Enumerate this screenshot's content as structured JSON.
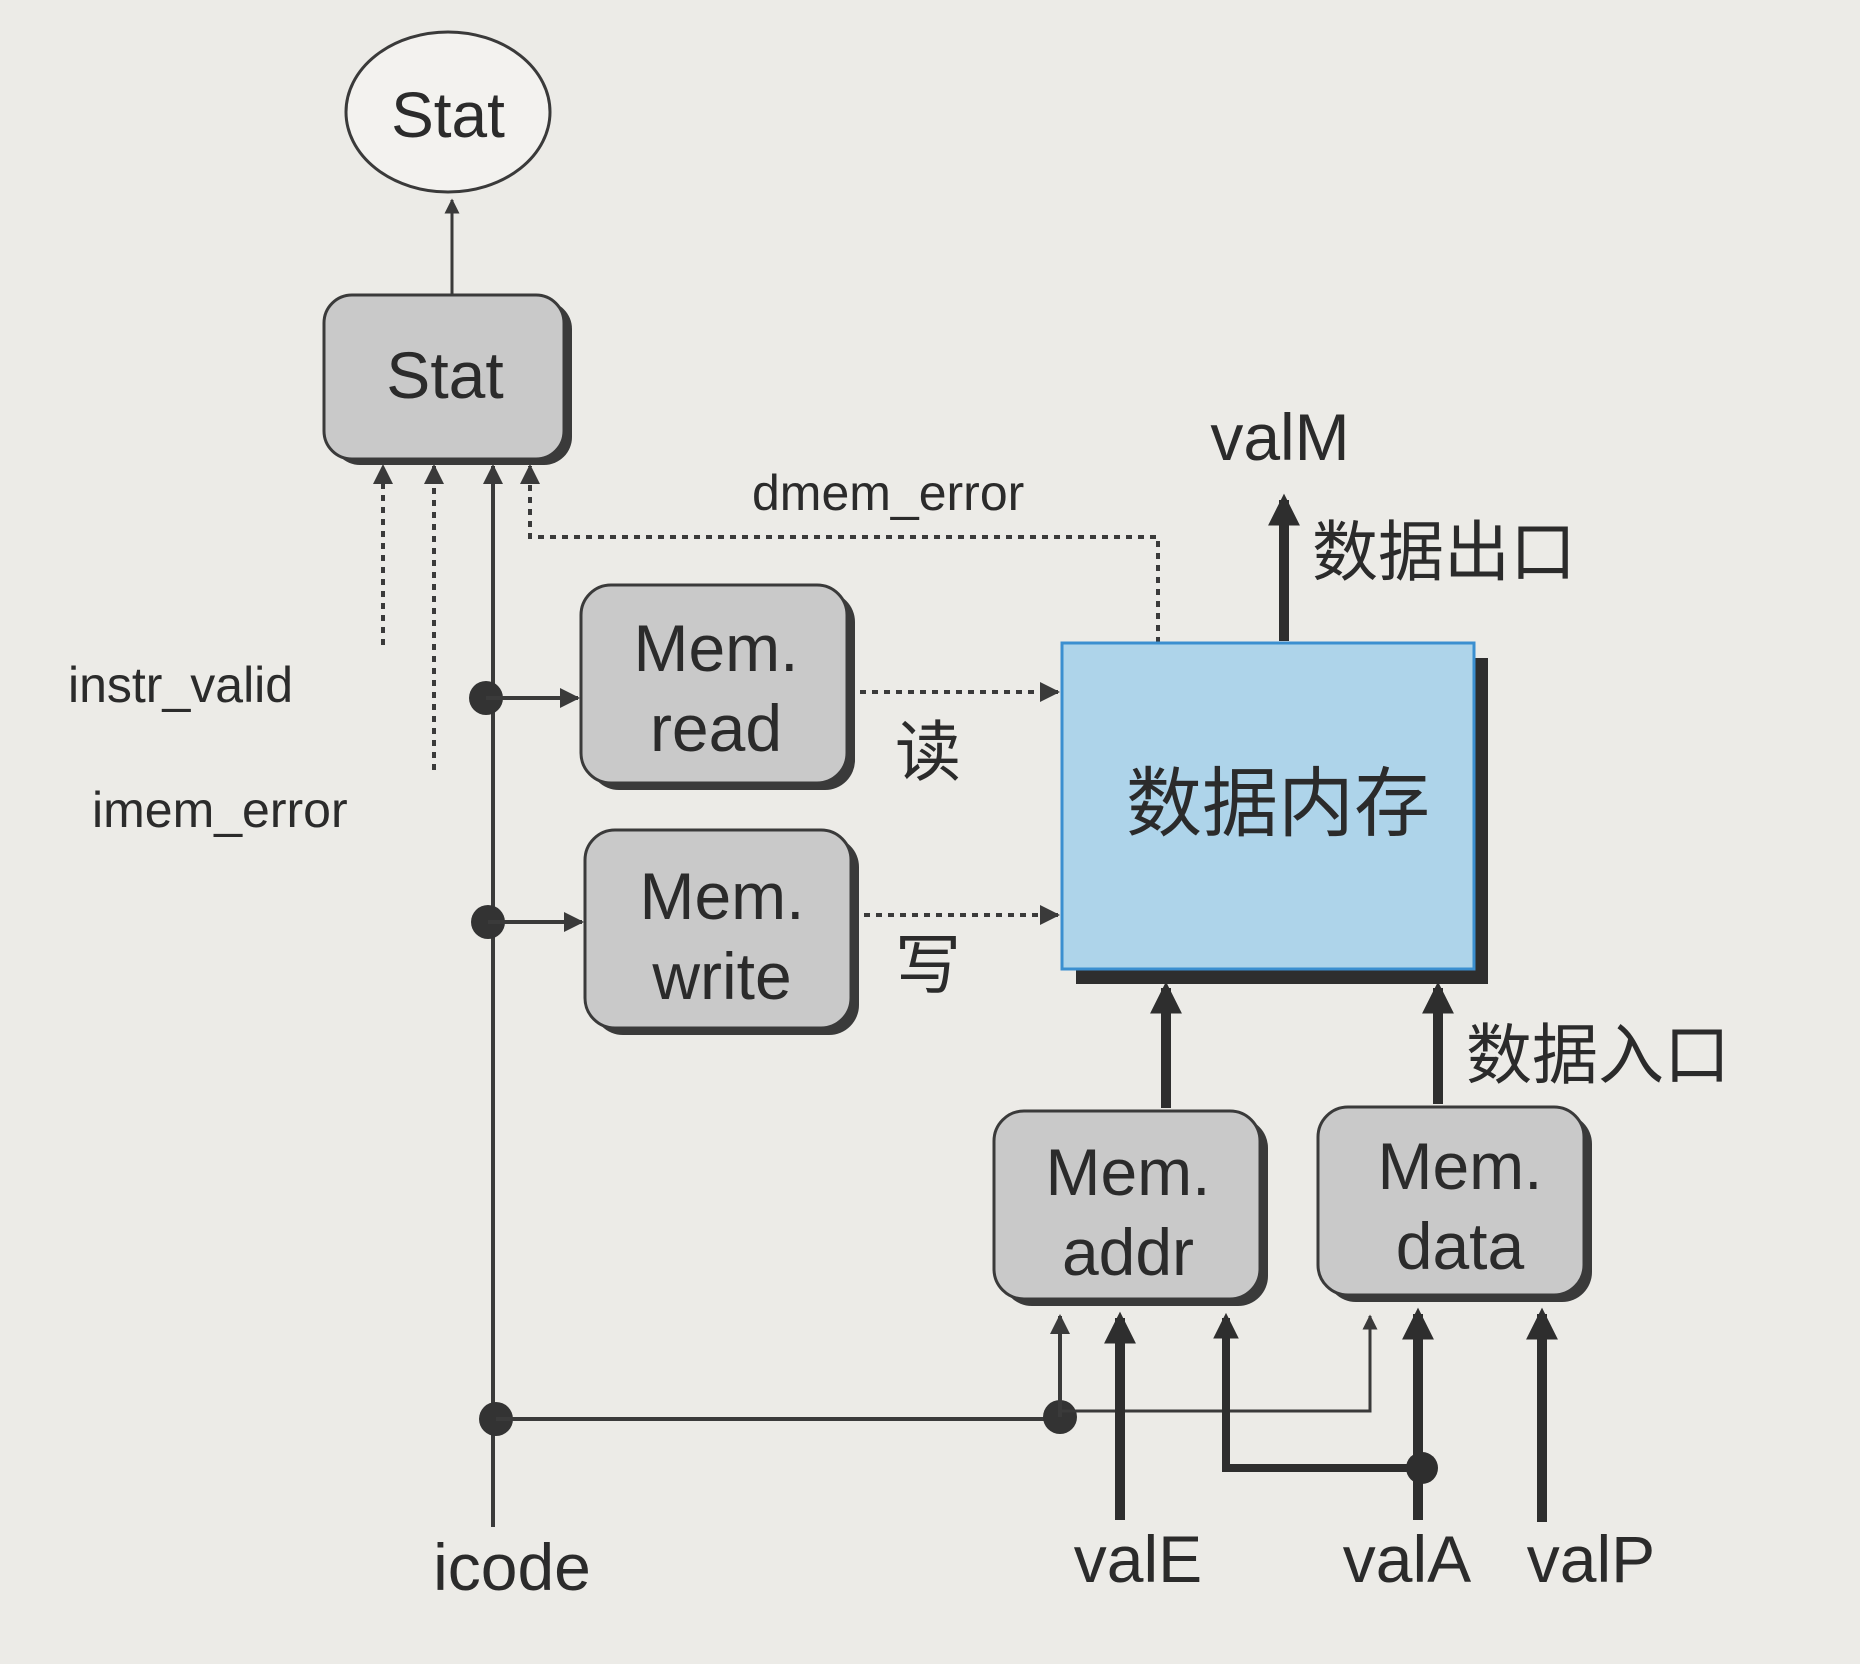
{
  "diagram": {
    "stat_output": "Stat",
    "stat_block": "Stat",
    "mem_read": [
      "Mem.",
      "read"
    ],
    "mem_write": [
      "Mem.",
      "write"
    ],
    "mem_addr": [
      "Mem.",
      "addr"
    ],
    "mem_data": [
      "Mem.",
      "data"
    ],
    "data_memory": "数据内存",
    "read_label": "读",
    "write_label": "写",
    "data_out_label": "数据出口",
    "data_in_label": "数据入口",
    "signals": {
      "dmem_error": "dmem_error",
      "instr_valid": "instr_valid",
      "imem_error": "imem_error",
      "icode": "icode",
      "valE": "valE",
      "valA": "valA",
      "valP": "valP",
      "valM": "valM"
    }
  },
  "colors": {
    "background": "#ecebe7",
    "block_fill": "#c9c9c9",
    "memory_fill": "#aed4ea",
    "memory_border": "#3b8fd0",
    "wire": "#3a3a3a"
  }
}
